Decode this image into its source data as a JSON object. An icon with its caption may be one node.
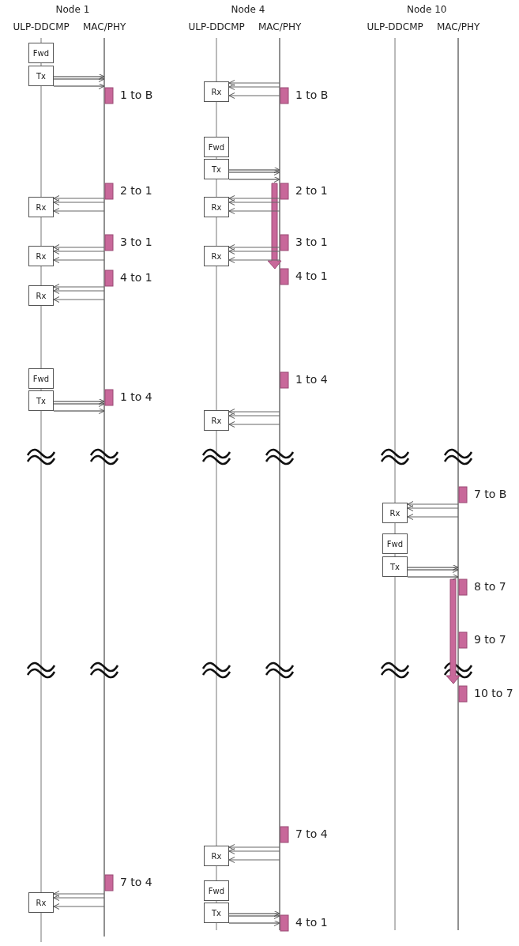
{
  "diagram": {
    "nodes": [
      {
        "text": [],
        "shape": "line"
      },
      {
        "text": [],
        "shape": "line"
      },
      {
        "text": [],
        "shape": "line"
      },
      {
        "text": [],
        "shape": "line"
      },
      {
        "text": [],
        "shape": "line"
      },
      {
        "text": [],
        "shape": "line"
      },
      {
        "text": [
          "Fwd"
        ]
      },
      {
        "text": [
          "Tx"
        ]
      },
      {
        "text": [
          "Rx"
        ]
      },
      {
        "text": [
          "Rx"
        ]
      },
      {
        "text": [
          "Rx"
        ]
      },
      {
        "text": [
          "Fwd"
        ]
      },
      {
        "text": [
          "Tx"
        ]
      },
      {
        "text": [
          "Rx"
        ]
      },
      {
        "text": [
          "Rx"
        ]
      },
      {
        "text": [
          "Fwd"
        ]
      },
      {
        "text": [
          "Tx"
        ]
      },
      {
        "text": [
          "Rx"
        ]
      },
      {
        "text": [
          "Rx"
        ]
      },
      {
        "text": [
          "Rx"
        ]
      },
      {
        "text": [
          "Rx"
        ]
      },
      {
        "text": [
          "Fwd"
        ]
      },
      {
        "text": [
          "Tx"
        ]
      },
      {
        "text": [
          "Rx"
        ]
      },
      {
        "text": [
          "Fwd"
        ]
      },
      {
        "text": [
          "Tx"
        ]
      }
    ],
    "edges": [
      {
        "from": 7,
        "to": 1,
        "arrow": "to"
      },
      {
        "from": 7,
        "to": 1,
        "arrow": "to"
      },
      {
        "from": 7,
        "to": 1,
        "arrow": "to"
      },
      {
        "from": 1,
        "to": 8,
        "arrow": "to"
      },
      {
        "from": 1,
        "to": 8,
        "arrow": "to"
      },
      {
        "from": 1,
        "to": 8,
        "arrow": "to"
      },
      {
        "from": 1,
        "to": 9,
        "arrow": "to"
      },
      {
        "from": 1,
        "to": 9,
        "arrow": "to"
      },
      {
        "from": 1,
        "to": 9,
        "arrow": "to"
      },
      {
        "from": 1,
        "to": 10,
        "arrow": "to"
      },
      {
        "from": 1,
        "to": 10,
        "arrow": "to"
      },
      {
        "from": 1,
        "to": 10,
        "arrow": "to"
      },
      {
        "from": 12,
        "to": 1,
        "arrow": "to"
      },
      {
        "from": 12,
        "to": 1,
        "arrow": "to"
      },
      {
        "from": 12,
        "to": 1,
        "arrow": "to"
      },
      {
        "from": 1,
        "to": 13,
        "arrow": "to"
      },
      {
        "from": 1,
        "to": 13,
        "arrow": "to"
      },
      {
        "from": 1,
        "to": 13,
        "arrow": "to"
      },
      {
        "from": 3,
        "to": 14,
        "arrow": "to"
      },
      {
        "from": 3,
        "to": 14,
        "arrow": "to"
      },
      {
        "from": 3,
        "to": 14,
        "arrow": "to"
      },
      {
        "from": 16,
        "to": 3,
        "arrow": "to"
      },
      {
        "from": 16,
        "to": 3,
        "arrow": "to"
      },
      {
        "from": 16,
        "to": 3,
        "arrow": "to"
      },
      {
        "from": 3,
        "to": 17,
        "arrow": "to"
      },
      {
        "from": 3,
        "to": 17,
        "arrow": "to"
      },
      {
        "from": 3,
        "to": 17,
        "arrow": "to"
      },
      {
        "from": 3,
        "to": 18,
        "arrow": "to"
      },
      {
        "from": 3,
        "to": 18,
        "arrow": "to"
      },
      {
        "from": 3,
        "to": 18,
        "arrow": "to"
      },
      {
        "from": 3,
        "to": 19,
        "arrow": "to"
      },
      {
        "from": 3,
        "to": 19,
        "arrow": "to"
      },
      {
        "from": 3,
        "to": 19,
        "arrow": "to"
      },
      {
        "from": 3,
        "to": 20,
        "arrow": "to"
      },
      {
        "from": 3,
        "to": 20,
        "arrow": "to"
      },
      {
        "from": 3,
        "to": 20,
        "arrow": "to"
      },
      {
        "from": 22,
        "to": 3,
        "arrow": "to"
      },
      {
        "from": 22,
        "to": 3,
        "arrow": "to"
      },
      {
        "from": 22,
        "to": 3,
        "arrow": "to"
      },
      {
        "from": 5,
        "to": 23,
        "arrow": "to"
      },
      {
        "from": 5,
        "to": 23,
        "arrow": "to"
      },
      {
        "from": 5,
        "to": 23,
        "arrow": "to"
      },
      {
        "from": 25,
        "to": 5,
        "arrow": "to"
      },
      {
        "from": 25,
        "to": 5,
        "arrow": "to"
      },
      {
        "from": 25,
        "to": 5,
        "arrow": "to"
      }
    ],
    "labels": [
      "Node 1",
      "Node 4",
      "Node 10",
      "ULP-DDCMP",
      "MAC/PHY",
      "ULP-DDCMP",
      "MAC/PHY",
      "ULP-DDCMP",
      "MAC/PHY",
      "1 to B",
      "2 to 1",
      "3 to 1",
      "4 to 1",
      "1 to 4",
      "7 to 4",
      "1 to B",
      "2 to 1",
      "3 to 1",
      "4 to 1",
      "1 to 4",
      "7 to 4",
      "4 to 1",
      "7 to B",
      "8 to 7",
      "9 to 7",
      "10 to 7"
    ]
  }
}
